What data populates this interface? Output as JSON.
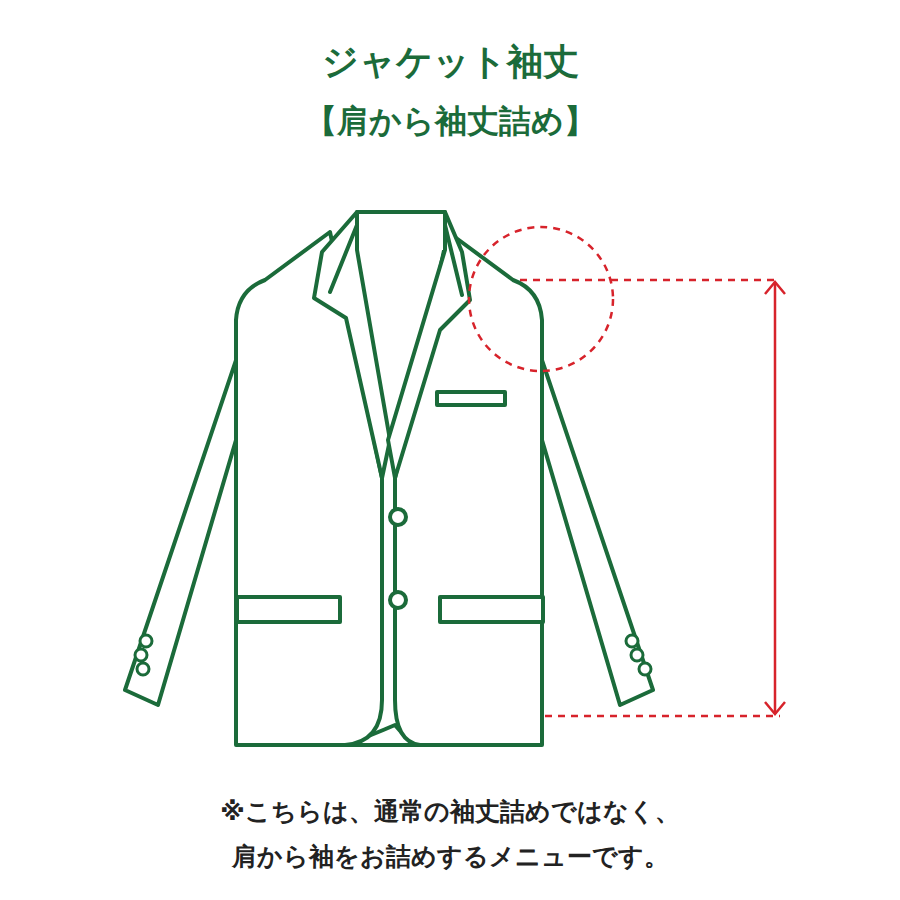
{
  "diagram": {
    "title": "ジャケット袖丈",
    "labels": [
      "【肩から袖丈詰め】",
      "※こちらは、通常の袖丈詰めではなく、",
      "肩から袖をお詰めするメニューです。"
    ]
  }
}
